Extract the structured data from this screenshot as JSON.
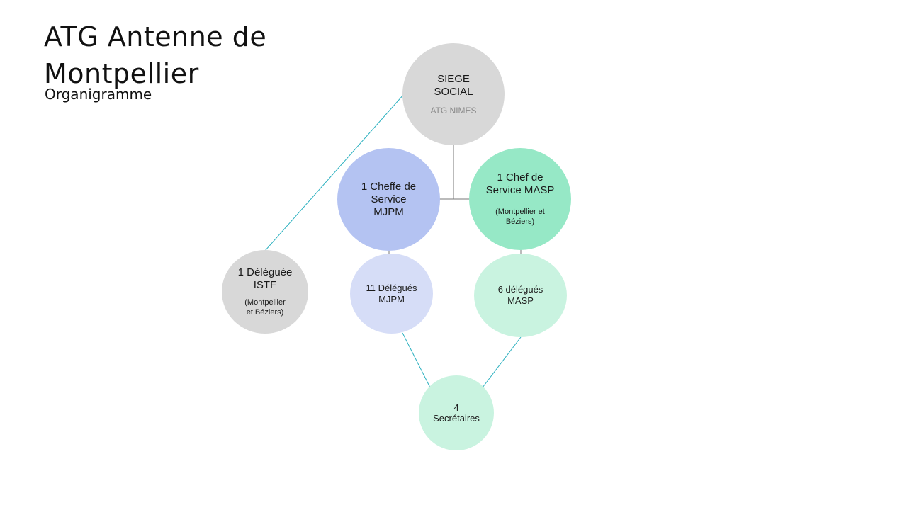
{
  "title": "ATG Antenne de Montpellier",
  "subtitle": "Organigramme",
  "colors": {
    "grey": "#d8d8d8",
    "blue": "#b4c3f2",
    "lightblue": "#d6ddf7",
    "green": "#96e8c6",
    "lightgreen": "#c9f3e0",
    "line_teal": "#2ab0bf",
    "line_grey": "#777777"
  },
  "nodes": {
    "siege": {
      "line1": "SIEGE",
      "line2": "SOCIAL",
      "sub": "ATG NIMES"
    },
    "cheffe_mjpm": {
      "line1": "1 Cheffe de",
      "line2": "Service",
      "line3": "MJPM"
    },
    "chef_masp": {
      "line1": "1 Chef de",
      "line2": "Service MASP",
      "sub1": "(Montpellier et",
      "sub2": "Béziers)"
    },
    "istf": {
      "line1": "1 Déléguée",
      "line2": "ISTF",
      "sub1": "(Montpellier",
      "sub2": "et Béziers)"
    },
    "delegues_mjpm": {
      "line1": "11 Délégués",
      "line2": "MJPM"
    },
    "delegues_masp": {
      "line1": "6 délégués",
      "line2": "MASP"
    },
    "secretaires": {
      "line1": "4",
      "line2": "Secrétaires"
    }
  }
}
